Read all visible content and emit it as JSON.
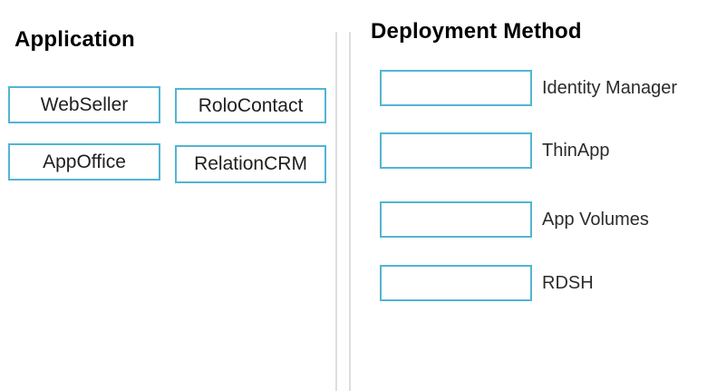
{
  "left_panel": {
    "title": "Application",
    "items": [
      {
        "label": "WebSeller"
      },
      {
        "label": "RoloContact"
      },
      {
        "label": "AppOffice"
      },
      {
        "label": "RelationCRM"
      }
    ]
  },
  "right_panel": {
    "title": "Deployment Method",
    "targets": [
      {
        "label": "Identity Manager",
        "value": ""
      },
      {
        "label": "ThinApp",
        "value": ""
      },
      {
        "label": "App Volumes",
        "value": ""
      },
      {
        "label": "RDSH",
        "value": ""
      }
    ]
  },
  "colors": {
    "box_border": "#52b5d2",
    "divider": "#dedede",
    "box_text": "#1f1f1f",
    "heading_text": "#000000",
    "label_text": "#2b2b2b",
    "background": "#ffffff"
  }
}
